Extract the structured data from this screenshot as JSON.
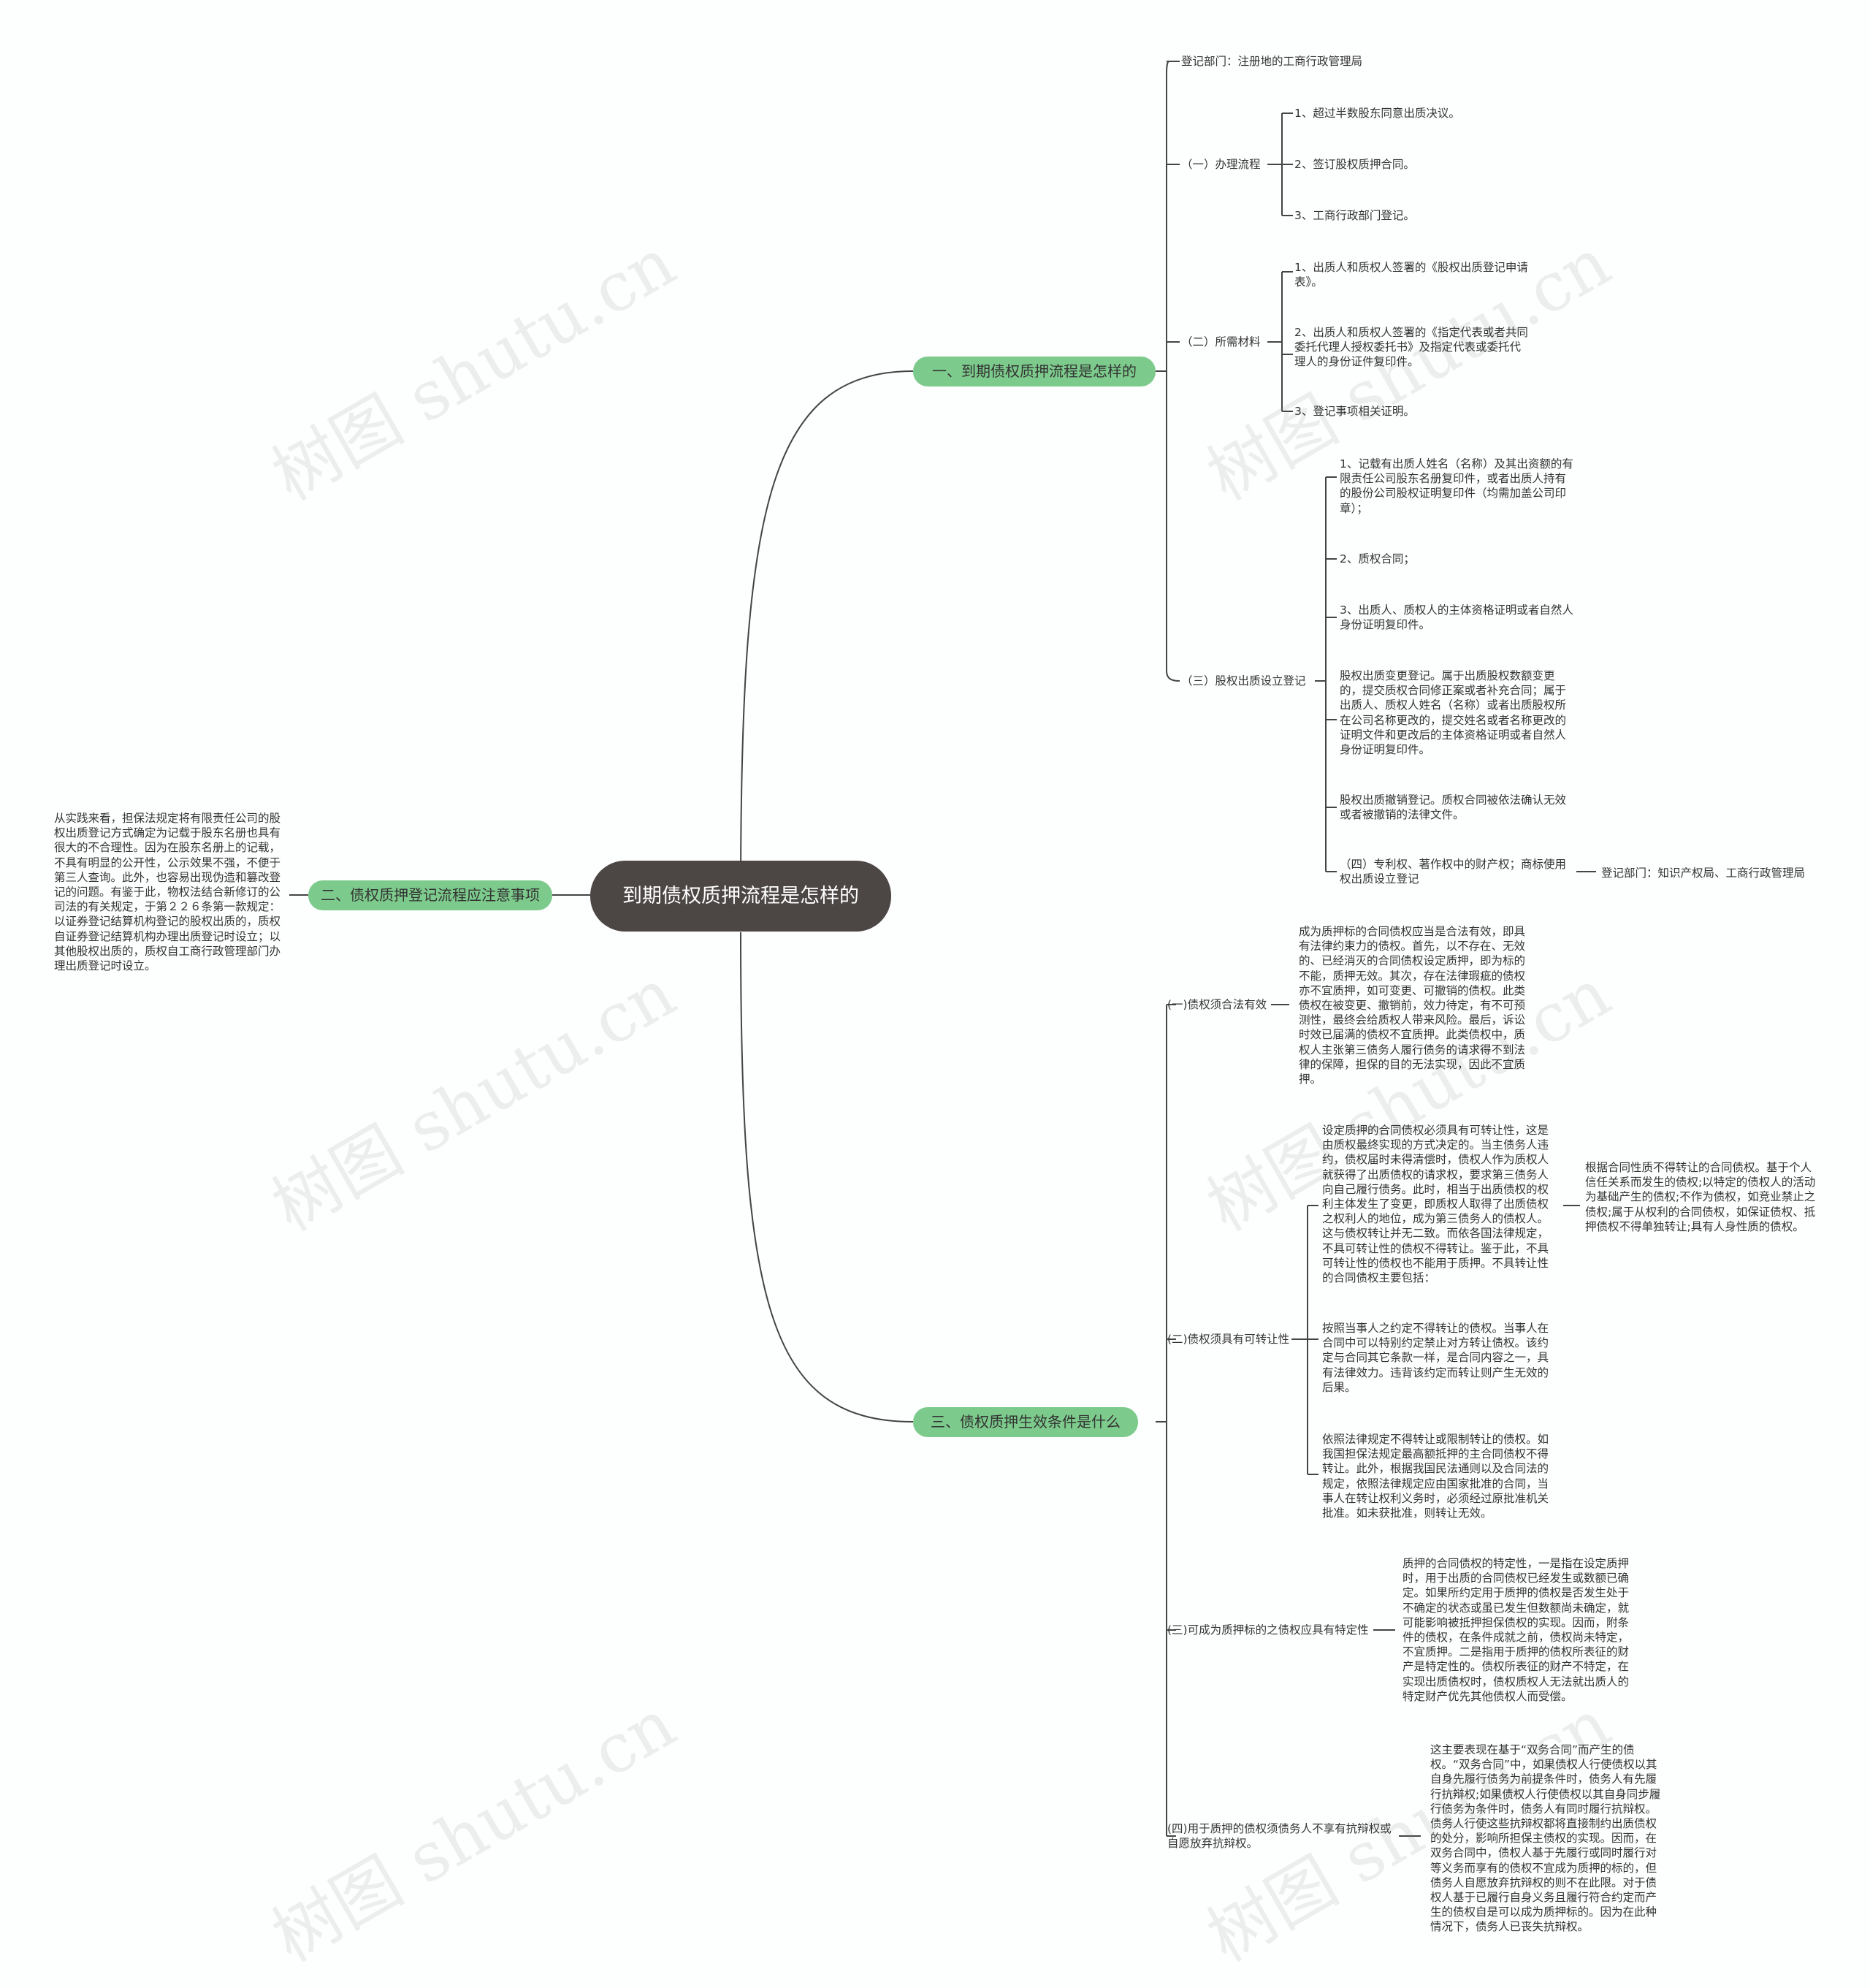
{
  "root": {
    "title": "到期债权质押流程是怎样的"
  },
  "branches": {
    "b1": {
      "label": "一、到期债权质押流程是怎样的",
      "dept": "登记部门：注册地的工商行政管理局",
      "proc": {
        "label": "（一）办理流程",
        "items": [
          "1、超过半数股东同意出质决议。",
          "2、签订股权质押合同。",
          "3、工商行政部门登记。"
        ]
      },
      "mat": {
        "label": "（二）所需材料",
        "items": [
          "1、出质人和质权人签署的《股权出质登记申请表》。",
          "2、出质人和质权人签署的《指定代表或者共同委托代理人授权委托书》及指定代表或委托代理人的身份证件复印件。",
          "3、登记事项相关证明。"
        ]
      },
      "reg": {
        "label": "（三）股权出质设立登记",
        "items": [
          "1、记载有出质人姓名（名称）及其出资额的有限责任公司股东名册复印件，或者出质人持有的股份公司股权证明复印件（均需加盖公司印章）；",
          "2、质权合同；",
          "3、出质人、质权人的主体资格证明或者自然人身份证明复印件。",
          "股权出质变更登记。属于出质股权数额变更的，提交质权合同修正案或者补充合同；属于出质人、质权人姓名（名称）或者出质股权所在公司名称更改的，提交姓名或者名称更改的证明文件和更改后的主体资格证明或者自然人身份证明复印件。",
          "股权出质撤销登记。质权合同被依法确认无效或者被撤销的法律文件。",
          "（四）专利权、著作权中的财产权；商标使用权出质设立登记"
        ],
        "ip_dept": "登记部门：知识产权局、工商行政管理局"
      }
    },
    "b2": {
      "label": "二、债权质押登记流程应注意事项",
      "text": "从实践来看，担保法规定将有限责任公司的股权出质登记方式确定为记载于股东名册也具有很大的不合理性。因为在股东名册上的记载，不具有明显的公开性，公示效果不强，不便于第三人查询。此外，也容易出现伪造和篡改登记的问题。有鉴于此，物权法结合新修订的公司法的有关规定，于第２２６条第一款规定：以证券登记结算机构登记的股权出质的，质权自证券登记结算机构办理出质登记时设立；以其他股权出质的，质权自工商行政管理部门办理出质登记时设立。"
    },
    "b3": {
      "label": "三、债权质押生效条件是什么",
      "c1": {
        "label": "(一)债权须合法有效",
        "text": "成为质押标的合同债权应当是合法有效，即具有法律约束力的债权。首先，以不存在、无效的、已经消灭的合同债权设定质押，即为标的不能，质押无效。其次，存在法律瑕疵的债权亦不宜质押，如可变更、可撤销的债权。此类债权在被变更、撤销前，效力待定，有不可预测性，最终会给质权人带来风险。最后，诉讼时效已届满的债权不宜质押。此类债权中，质权人主张第三债务人履行债务的请求得不到法律的保障，担保的目的无法实现，因此不宜质押。"
      },
      "c2": {
        "label": "(二)债权须具有可转让性",
        "t1": "设定质押的合同债权必须具有可转让性，这是由质权最终实现的方式决定的。当主债务人违约，债权届时未得清偿时，债权人作为质权人就获得了出质债权的请求权，要求第三债务人向自己履行债务。此时，相当于出质债权的权利主体发生了变更，即质权人取得了出质债权之权利人的地位，成为第三债务人的债权人。这与债权转让并无二致。而依各国法律规定，不具可转让性的债权不得转让。鉴于此，不具可转让性的债权也不能用于质押。不具转让性的合同债权主要包括：",
        "t1_note": "根据合同性质不得转让的合同债权。基于个人信任关系而发生的债权;以特定的债权人的活动为基础产生的债权;不作为债权，如竞业禁止之债权;属于从权利的合同债权，如保证债权、抵押债权不得单独转让;具有人身性质的债权。",
        "t2": "按照当事人之约定不得转让的债权。当事人在合同中可以特别约定禁止对方转让债权。该约定与合同其它条款一样，是合同内容之一，具有法律效力。违背该约定而转让则产生无效的后果。",
        "t3": "依照法律规定不得转让或限制转让的债权。如我国担保法规定最高额抵押的主合同债权不得转让。此外，根据我国民法通则以及合同法的规定，依照法律规定应由国家批准的合同，当事人在转让权利义务时，必须经过原批准机关批准。如未获批准，则转让无效。"
      },
      "c3": {
        "label": "(三)可成为质押标的之债权应具有特定性",
        "text": "质押的合同债权的特定性，一是指在设定质押时，用于出质的合同债权已经发生或数额已确定。如果所约定用于质押的债权是否发生处于不确定的状态或虽已发生但数额尚未确定，就可能影响被抵押担保债权的实现。因而，附条件的债权，在条件成就之前，债权尚未特定，不宜质押。二是指用于质押的债权所表征的财产是特定性的。债权所表征的财产不特定，在实现出质债权时，债权质权人无法就出质人的特定财产优先其他债权人而受偿。"
      },
      "c4": {
        "label": "(四)用于质押的债权须债务人不享有抗辩权或自愿放弃抗辩权。",
        "text": "这主要表现在基于“双务合同”而产生的债权。“双务合同”中，如果债权人行使债权以其自身先履行债务为前提条件时，债务人有先履行抗辩权;如果债权人行使债权以其自身同步履行债务为条件时，债务人有同时履行抗辩权。债务人行使这些抗辩权都将直接制约出质债权的处分，影响所担保主债权的实现。因而，在双务合同中，债权人基于先履行或同时履行对等义务而享有的债权不宜成为质押的标的，但债务人自愿放弃抗辩权的则不在此限。对于债权人基于已履行自身义务且履行符合约定而产生的债权自是可以成为质押标的。因为在此种情况下，债务人已丧失抗辩权。"
      }
    }
  },
  "watermark": "树图 shutu.cn",
  "colors": {
    "root": "#4c4644",
    "branch": "#7dcb8c",
    "line": "#444444"
  }
}
